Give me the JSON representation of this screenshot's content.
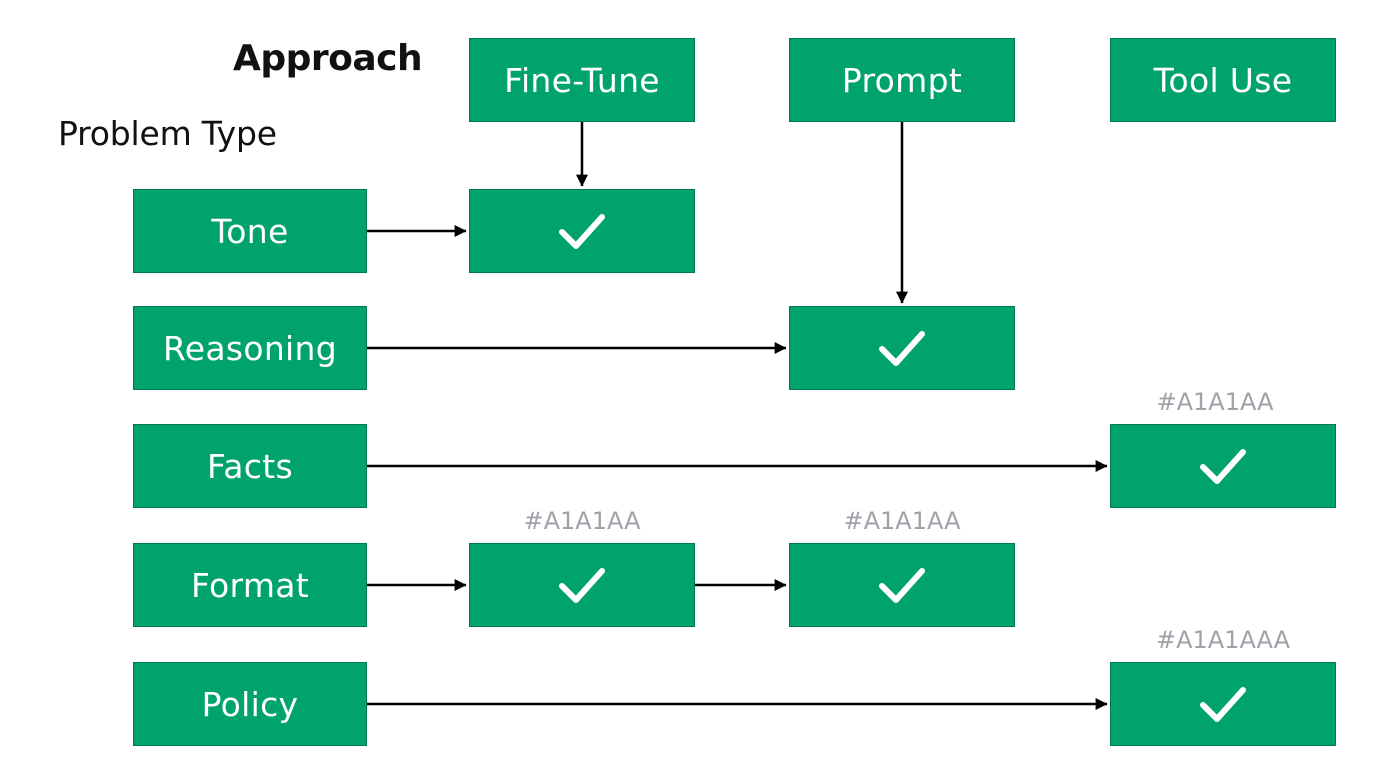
{
  "colors": {
    "box_fill": "#00A36C",
    "box_border": "#007A4D",
    "text_on_box": "#FFFFFF",
    "muted_text": "#A1A1AA",
    "arrow": "#000000"
  },
  "headings": {
    "approach": "Approach",
    "problem_type": "Problem Type"
  },
  "approaches": {
    "fine_tune": "Fine-Tune",
    "prompt": "Prompt",
    "tool_use": "Tool Use"
  },
  "problem_types": {
    "tone": "Tone",
    "reasoning": "Reasoning",
    "facts": "Facts",
    "format": "Format",
    "policy": "Policy"
  },
  "cells": [
    {
      "row": "Tone",
      "column": "Fine-Tune",
      "mark": "checkmark-icon"
    },
    {
      "row": "Reasoning",
      "column": "Prompt",
      "mark": "checkmark-icon"
    },
    {
      "row": "Facts",
      "column": "Tool Use",
      "mark": "checkmark-icon",
      "note": "#A1A1AA"
    },
    {
      "row": "Format",
      "column": "Fine-Tune",
      "mark": "checkmark-icon",
      "note": "#A1A1AA"
    },
    {
      "row": "Format",
      "column": "Prompt",
      "mark": "checkmark-icon",
      "note": "#A1A1AA"
    },
    {
      "row": "Policy",
      "column": "Tool Use",
      "mark": "checkmark-icon",
      "note": "#A1A1AAA"
    }
  ]
}
